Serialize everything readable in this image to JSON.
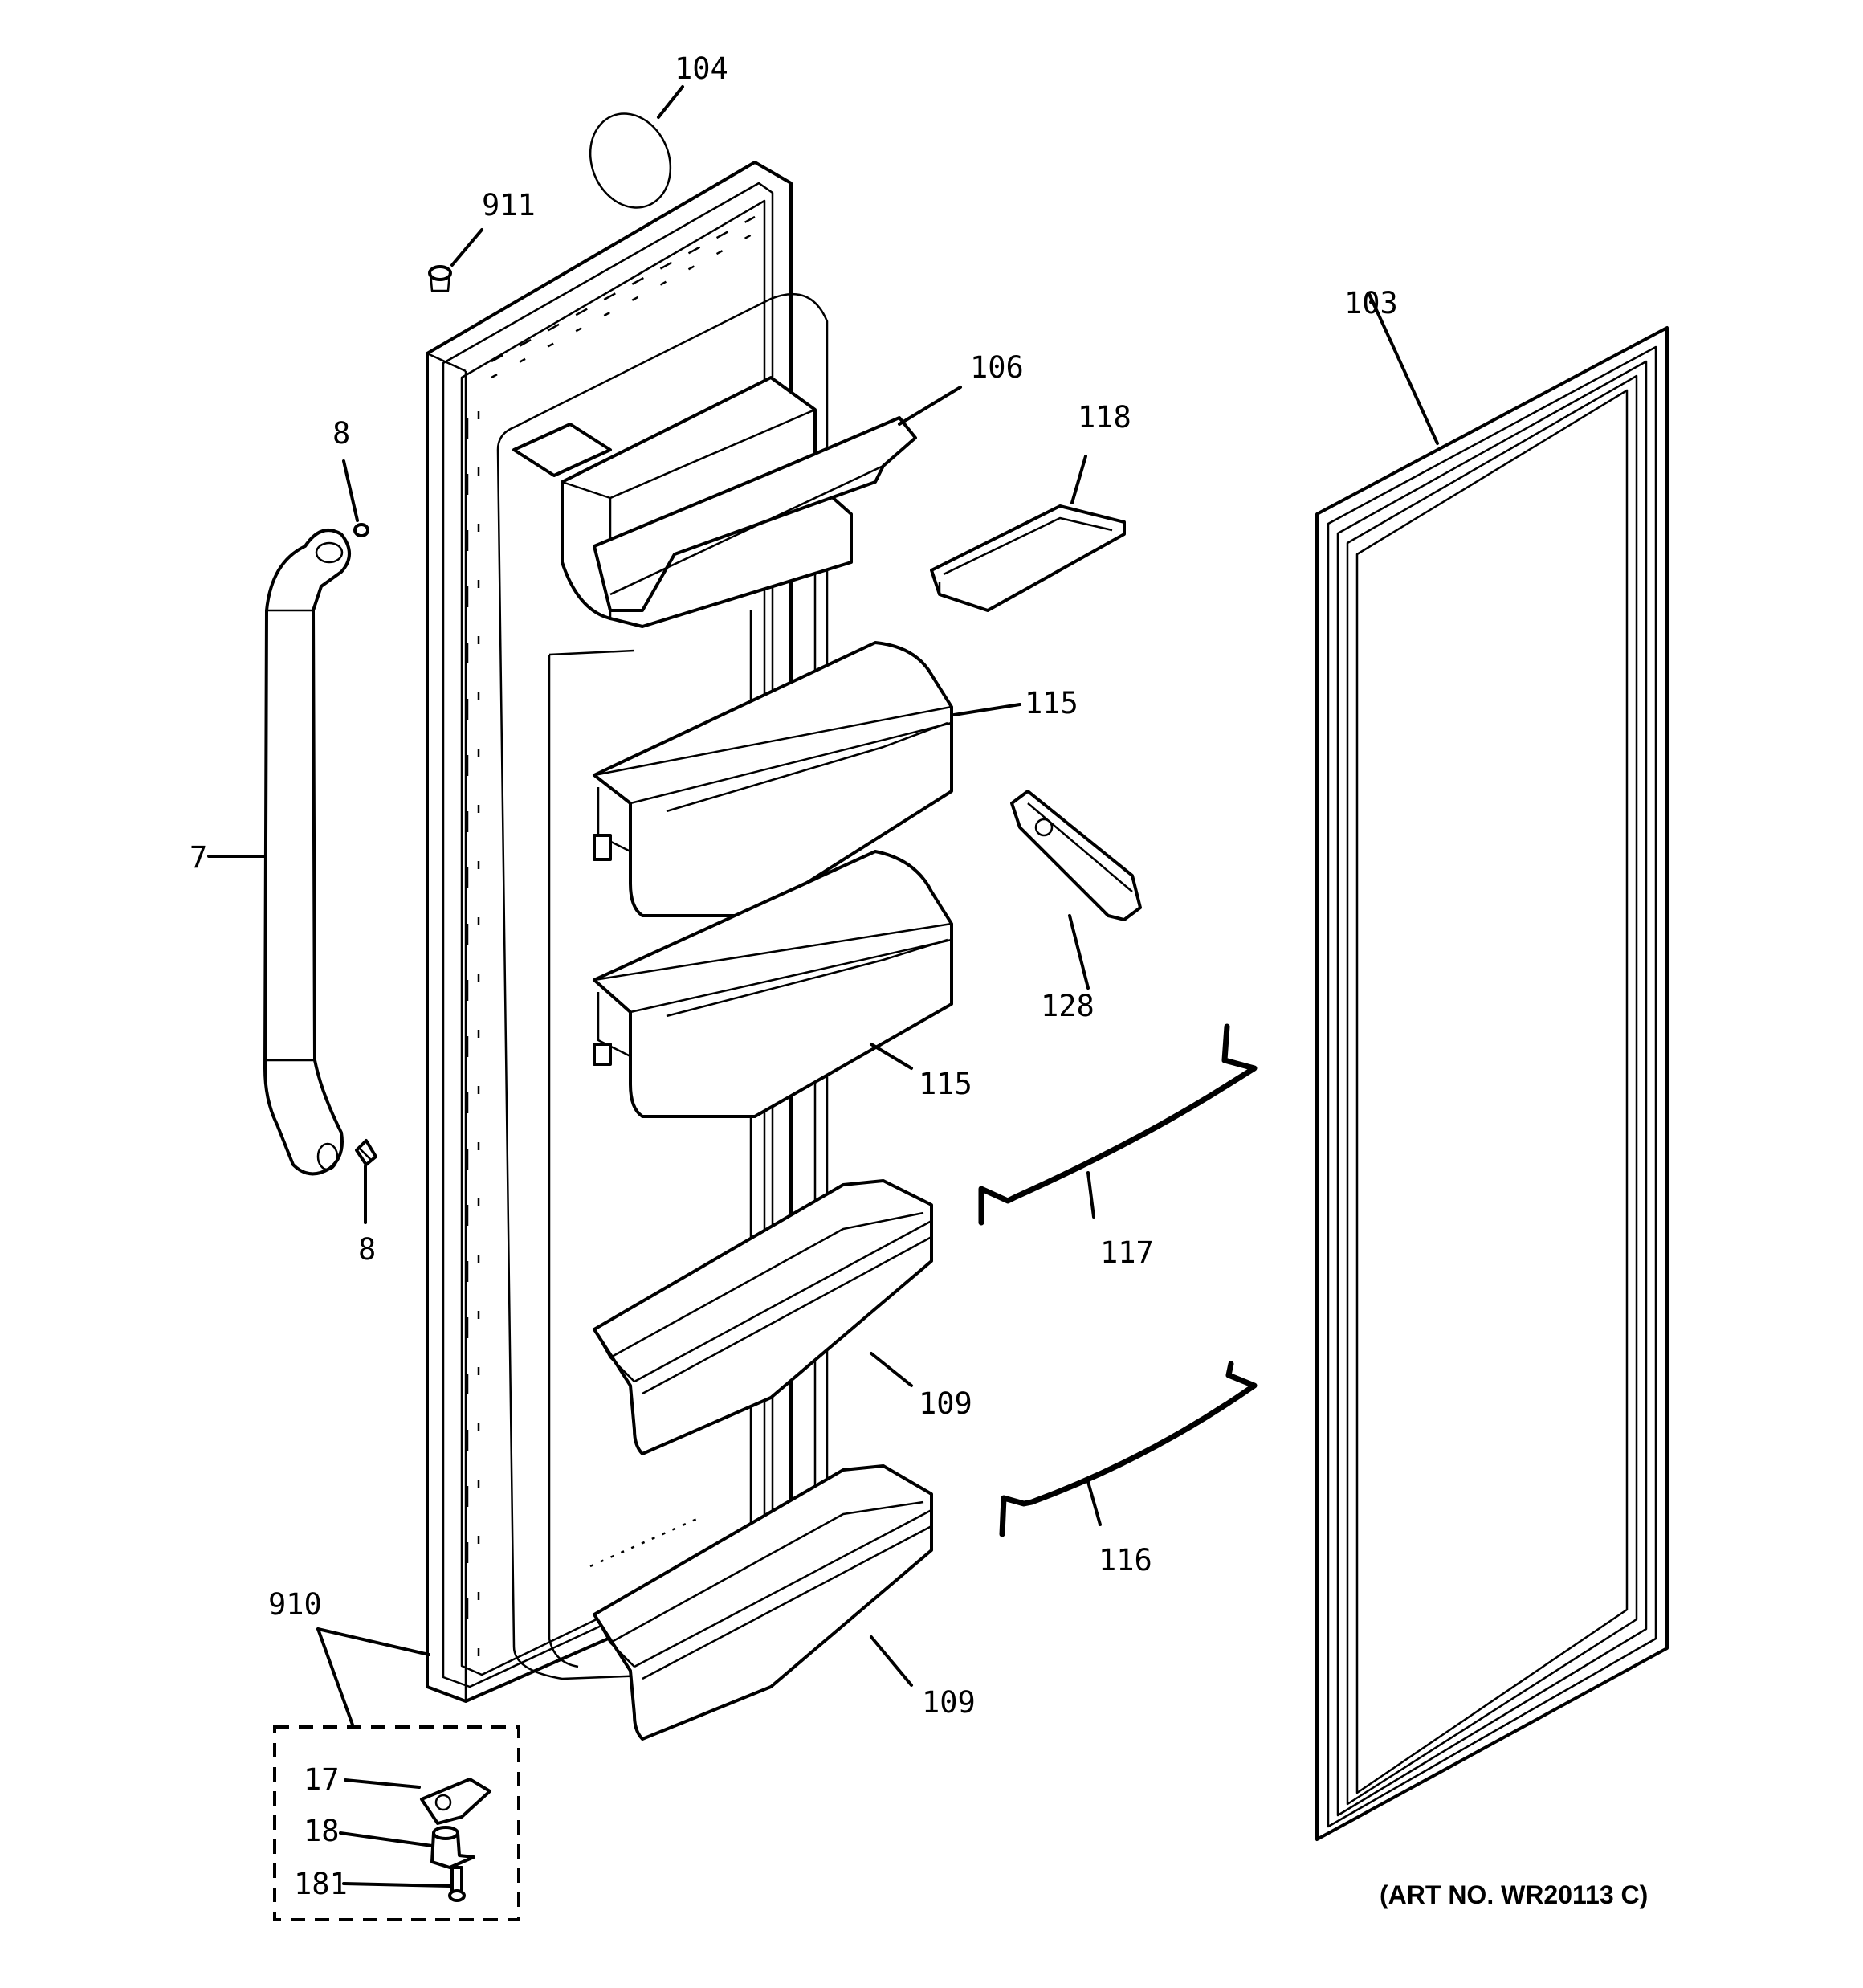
{
  "diagram": {
    "art_number": "(ART NO. WR20113 C)",
    "callouts": [
      {
        "id": "c104",
        "label": "104"
      },
      {
        "id": "c911",
        "label": "911"
      },
      {
        "id": "c103",
        "label": "103"
      },
      {
        "id": "c106",
        "label": "106"
      },
      {
        "id": "c118",
        "label": "118"
      },
      {
        "id": "c8a",
        "label": "8"
      },
      {
        "id": "c115a",
        "label": "115"
      },
      {
        "id": "c7",
        "label": "7"
      },
      {
        "id": "c128",
        "label": "128"
      },
      {
        "id": "c115b",
        "label": "115"
      },
      {
        "id": "c8b",
        "label": "8"
      },
      {
        "id": "c117",
        "label": "117"
      },
      {
        "id": "c109a",
        "label": "109"
      },
      {
        "id": "c116",
        "label": "116"
      },
      {
        "id": "c910",
        "label": "910"
      },
      {
        "id": "c109b",
        "label": "109"
      },
      {
        "id": "c17",
        "label": "17"
      },
      {
        "id": "c18",
        "label": "18"
      },
      {
        "id": "c181",
        "label": "181"
      }
    ]
  }
}
